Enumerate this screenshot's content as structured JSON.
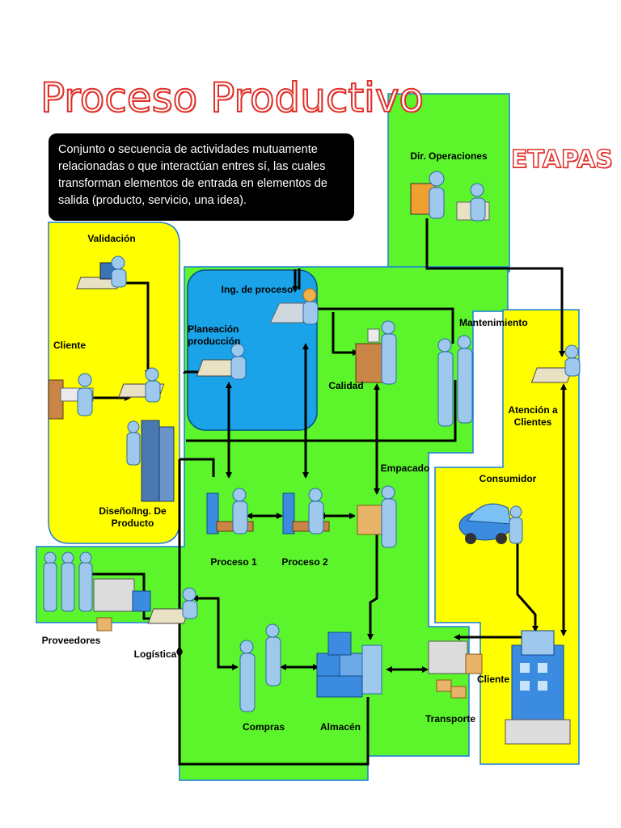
{
  "title": "Proceso Productivo",
  "description": "Conjunto o secuencia de actividades mutuamente relacionadas o que interactúan entres sí, las cuales transforman elementos de entrada en elementos de salida (producto, servicio, una idea).",
  "stages_label": "ETAPAS",
  "colors": {
    "green": "#5cf52c",
    "yellow": "#ffff00",
    "blue": "#1aa3e8",
    "title_red": "#e0302a"
  },
  "labels": {
    "dir_operaciones": "Dir. Operaciones",
    "validacion": "Validación",
    "cliente_left": "Cliente",
    "diseno": "Diseño/Ing. De Producto",
    "ing_proceso": "Ing. de proceso",
    "planeacion": "Planeación producción",
    "calidad": "Calidad",
    "mantenimiento": "Mantenimiento",
    "atencion": "Atención a Clientes",
    "consumidor": "Consumidor",
    "empacado": "Empacado",
    "proceso1": "Proceso 1",
    "proceso2": "Proceso 2",
    "proveedores": "Proveedores",
    "logistica": "Logística",
    "compras": "Compras",
    "almacen": "Almacén",
    "transporte": "Transporte",
    "cliente_right": "Cliente"
  }
}
